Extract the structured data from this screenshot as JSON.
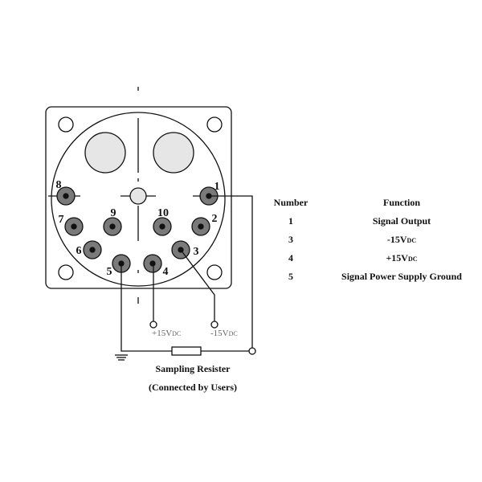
{
  "pins": {
    "p1": "1",
    "p2": "2",
    "p3": "3",
    "p4": "4",
    "p5": "5",
    "p6": "6",
    "p7": "7",
    "p8": "8",
    "p9": "9",
    "p10": "10"
  },
  "supply": {
    "plus_main": "+15V",
    "plus_sub": "DC",
    "minus_main": "-15V",
    "minus_sub": "DC"
  },
  "resistor": {
    "label": "Sampling Resister",
    "note": "(Connected by Users)"
  },
  "table": {
    "headers": [
      "Number",
      "Function"
    ],
    "rows": [
      {
        "number": "1",
        "function": "Signal Output",
        "sub": ""
      },
      {
        "number": "3",
        "function": "-15V",
        "sub": "DC"
      },
      {
        "number": "4",
        "function": "+15V",
        "sub": "DC"
      },
      {
        "number": "5",
        "function": "Signal Power Supply Ground",
        "sub": ""
      }
    ]
  }
}
